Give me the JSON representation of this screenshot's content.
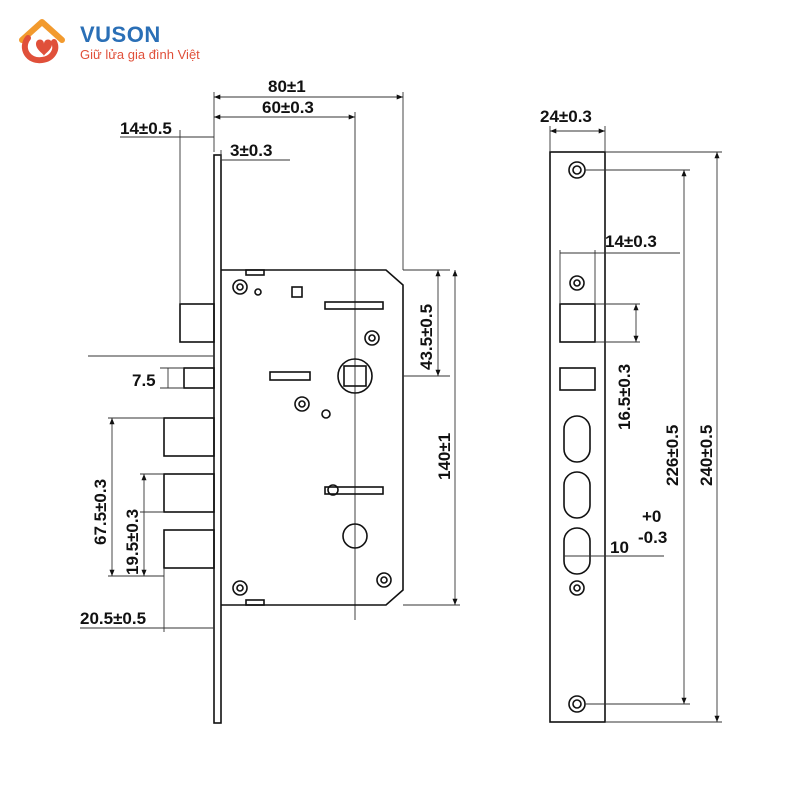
{
  "brand": {
    "name": "VUSON",
    "slogan": "Giữ lửa gia đình Việt",
    "colors": {
      "blue": "#2a6fb6",
      "red": "#e0503a",
      "orange": "#f29a2e"
    }
  },
  "dimensions": {
    "body_width": "80±1",
    "backset": "60±0.3",
    "latch_offset": "14±0.5",
    "faceplate_thickness": "3±0.3",
    "spindle_offset": "43.5±0.5",
    "case_height": "140±1",
    "deadbolt_spacing": "67.5±0.3",
    "bolt_gap": "19.5±0.3",
    "bolt_height": "20.5±0.5",
    "latch_gap": "7.5",
    "faceplate_width": "24±0.3",
    "latch_hole_width": "14±0.3",
    "latch_hole_height": "16.5±0.3",
    "screw_spacing": "226±0.5",
    "faceplate_length": "240±0.5",
    "slot_width_base": "10",
    "slot_tol_plus": "+0",
    "slot_tol_minus": "-0.3"
  },
  "colors": {
    "stroke": "#111111",
    "dim_line": "#333333"
  }
}
